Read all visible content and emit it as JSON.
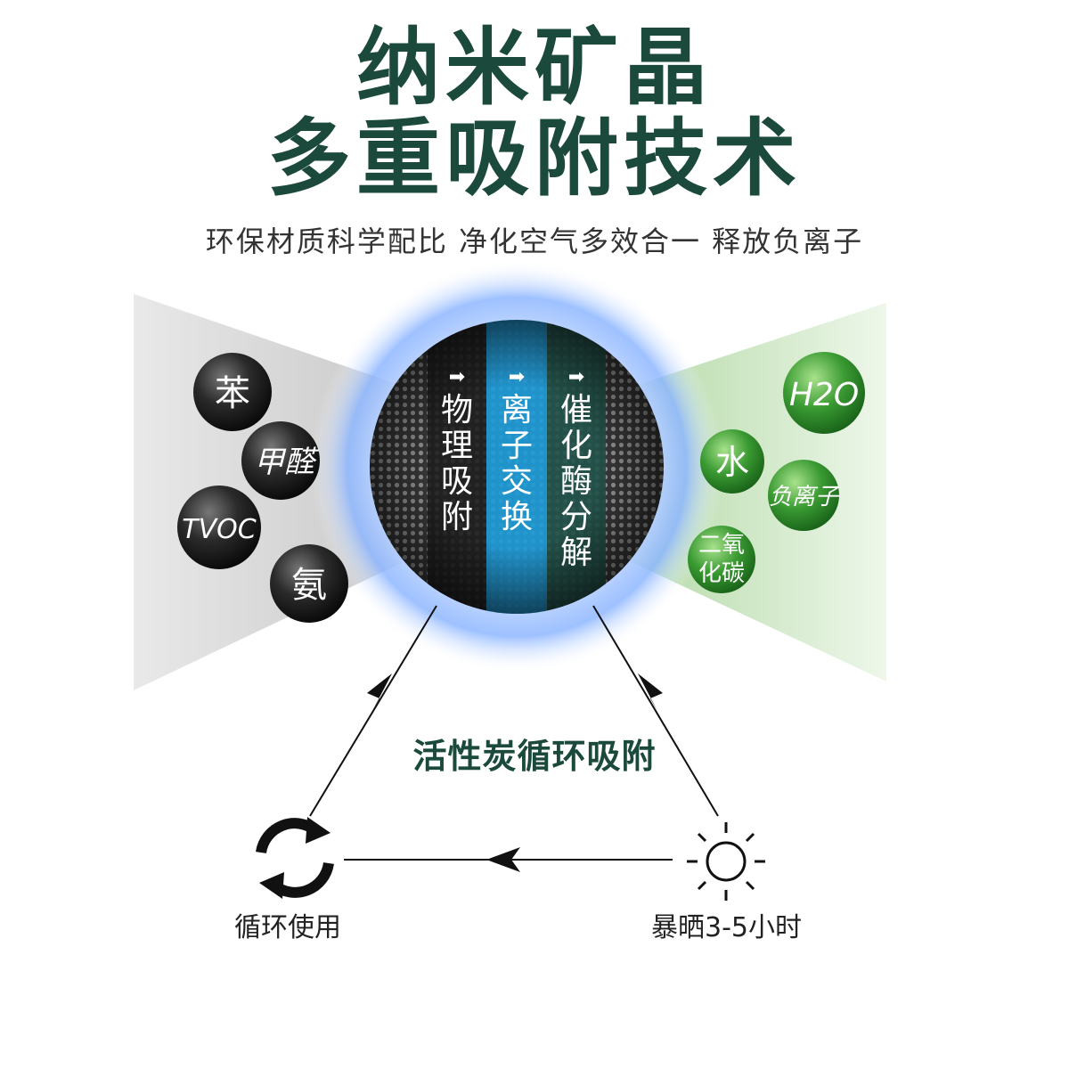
{
  "title": {
    "line1": "纳米矿晶",
    "line2": "多重吸附技术"
  },
  "subtitle": "环保材质科学配比 净化空气多效合一 释放负离子",
  "pollutants": [
    {
      "label": "苯"
    },
    {
      "label": "甲醛"
    },
    {
      "label": "TVOC"
    },
    {
      "label": "氨"
    }
  ],
  "outputs": [
    {
      "label": "H2O"
    },
    {
      "label": "水"
    },
    {
      "label": "负离子"
    },
    {
      "label": "二氧",
      "label2": "化碳"
    }
  ],
  "filter_bands": [
    {
      "arrow": "➡",
      "label": [
        "物",
        "理",
        "吸",
        "附"
      ],
      "color": "#1f1f1f"
    },
    {
      "arrow": "➡",
      "label": [
        "离",
        "子",
        "交",
        "换"
      ],
      "color": "#1f9ad6"
    },
    {
      "arrow": "➡",
      "label": [
        "催",
        "化",
        "酶",
        "分",
        "解"
      ],
      "color": "#22524a"
    }
  ],
  "cycle": {
    "center_label": "活性炭循环吸附",
    "left_caption": "循环使用",
    "right_caption": "暴晒3-5小时",
    "left_icon": "recycle-icon",
    "right_icon": "sun-icon"
  },
  "colors": {
    "brand_green": "#1b4a3c",
    "pollutant_ball": "#1e1e1e",
    "output_ball": "#2f8a2c",
    "glow": "#6aa8ff"
  }
}
